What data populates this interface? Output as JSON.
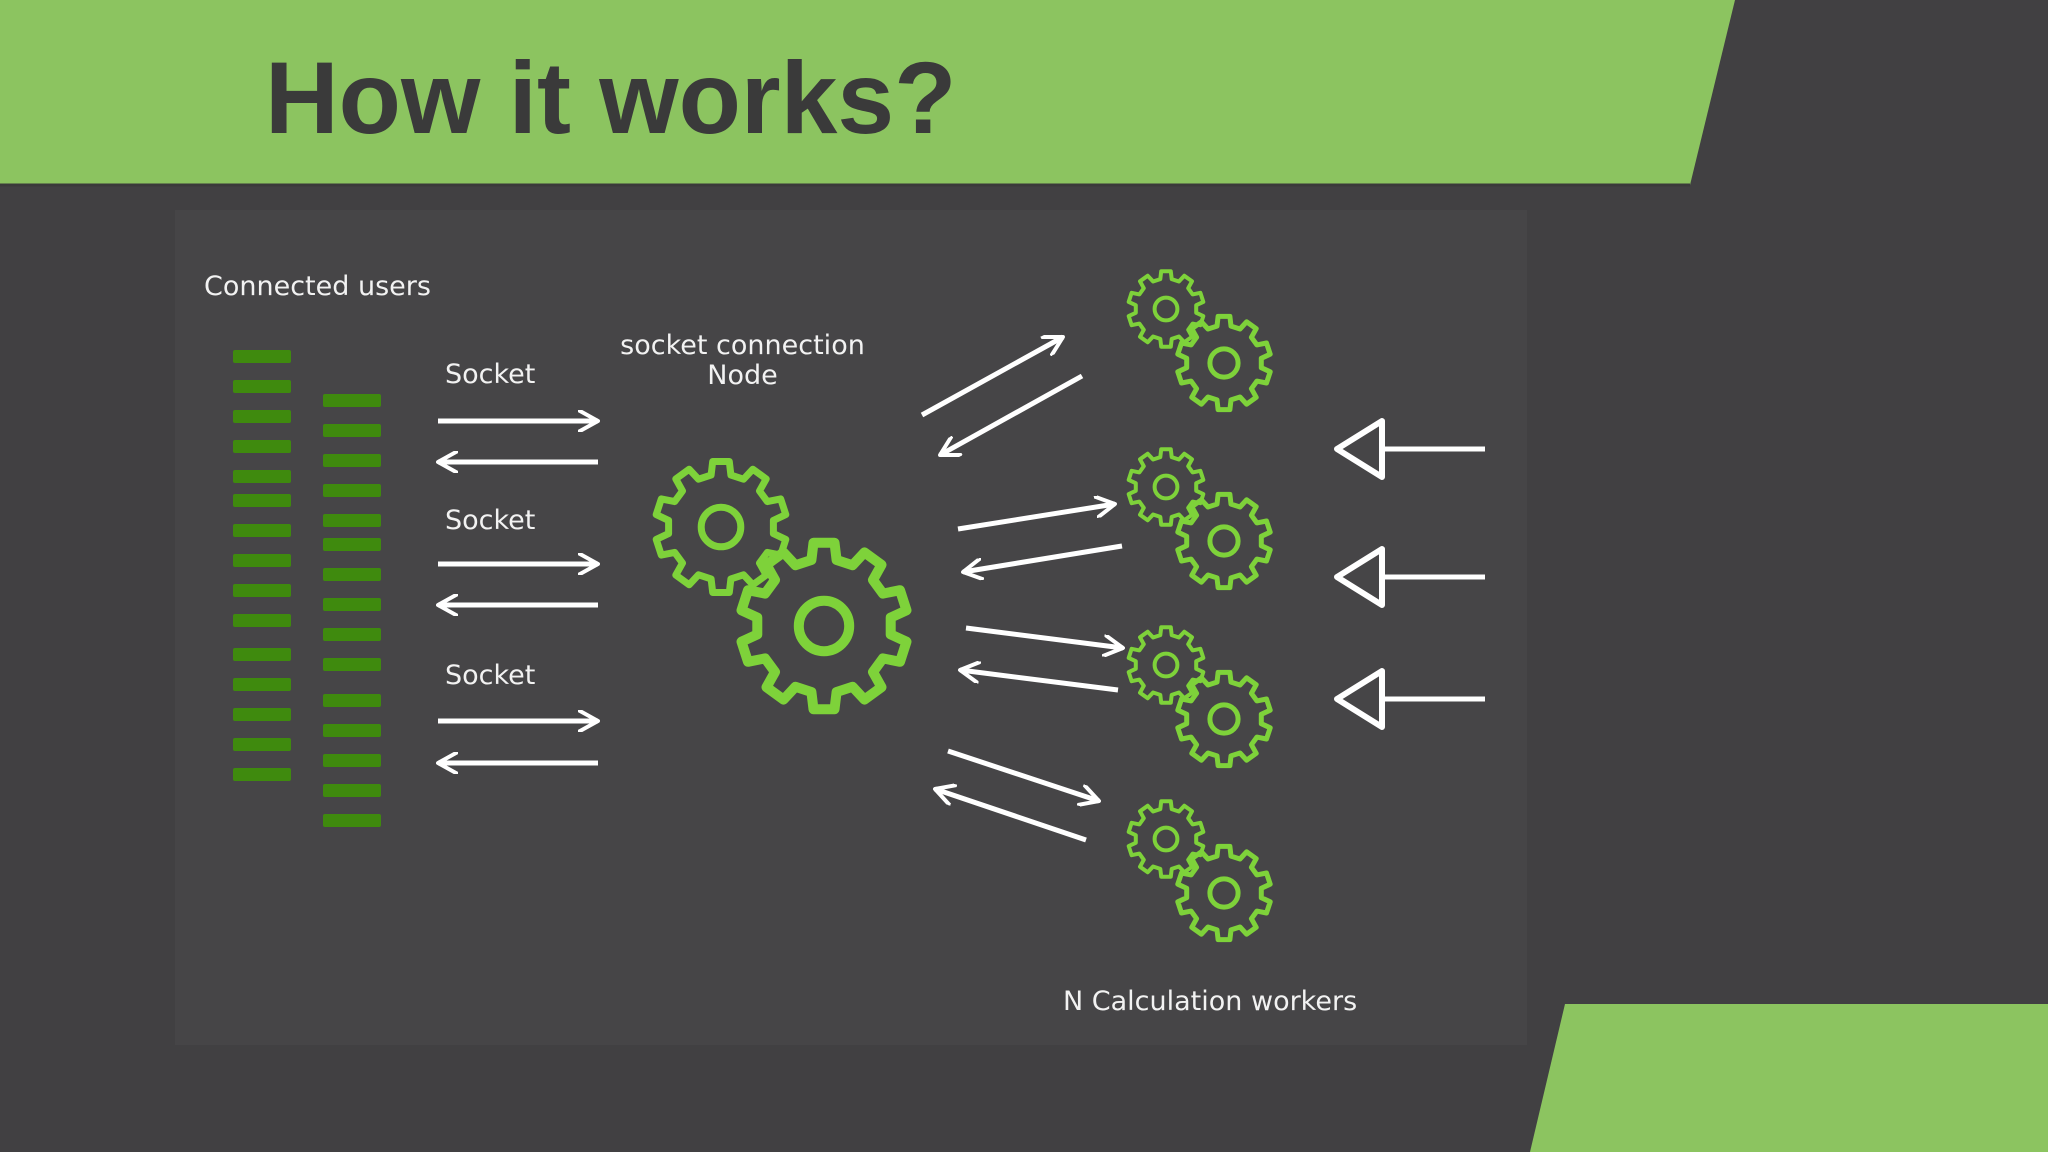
{
  "slide": {
    "title": "How it works?"
  },
  "diagram": {
    "users_label": "Connected users",
    "socket_labels": [
      "Socket",
      "Socket",
      "Socket"
    ],
    "node_label_line1": "socket connection",
    "node_label_line2": "Node",
    "workers_label": "N Calculation workers",
    "worker_count_shown": 4,
    "user_bar_columns": 2
  },
  "colors": {
    "accent_green": "#8cc460",
    "gear_green": "#7ed23a",
    "user_bar_green": "#3f8a0e",
    "background": "#414042",
    "panel": "#464547",
    "title_text": "#3a3a3a",
    "label_text": "#f2f2f2"
  },
  "icons": [
    "gear-icon",
    "double-arrow-icon",
    "triangle-arrow-icon"
  ]
}
